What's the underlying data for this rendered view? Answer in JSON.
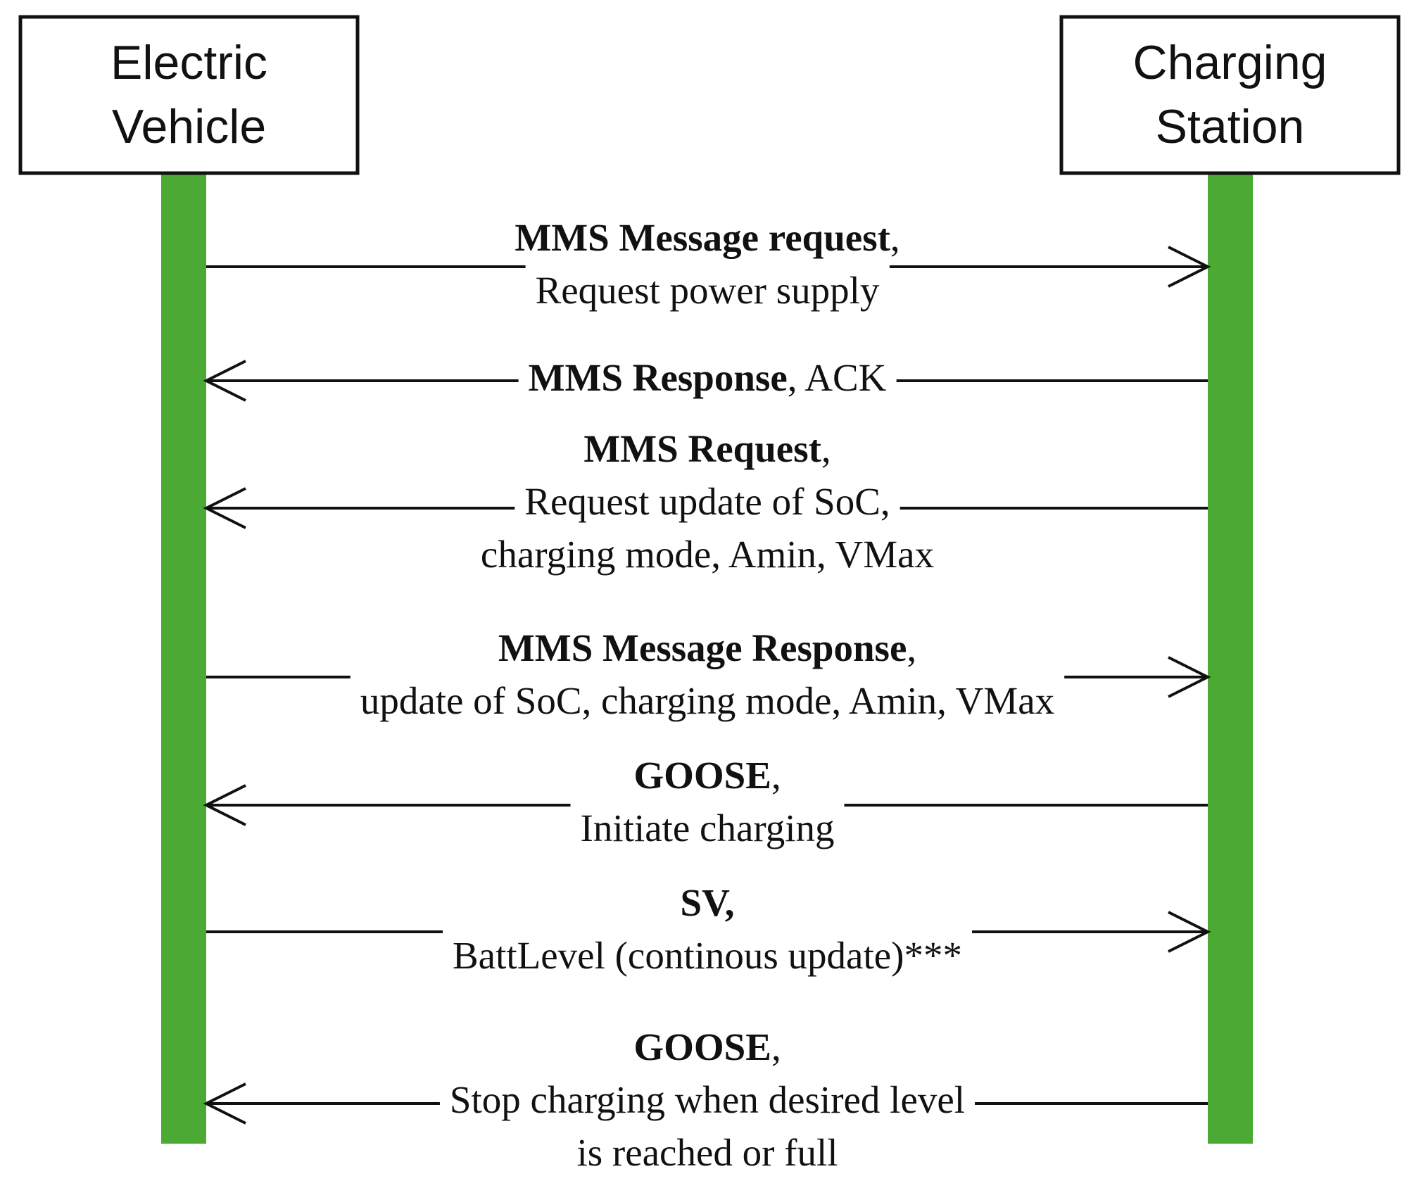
{
  "diagram": {
    "type": "sequence",
    "colors": {
      "lifeline": "#4aaa34",
      "line": "#111111",
      "background": "#ffffff"
    },
    "participants": [
      {
        "id": "ev",
        "lines": [
          "Electric",
          "Vehicle"
        ]
      },
      {
        "id": "cs",
        "lines": [
          "Charging",
          "Station"
        ]
      }
    ],
    "messages": [
      {
        "from": "ev",
        "to": "cs",
        "lines": [
          {
            "runs": [
              {
                "text": "MMS Message request",
                "bold": true
              },
              {
                "text": ",",
                "bold": false
              }
            ]
          },
          {
            "runs": [
              {
                "text": "Request power supply",
                "bold": false
              }
            ]
          }
        ]
      },
      {
        "from": "cs",
        "to": "ev",
        "lines": [
          {
            "runs": [
              {
                "text": "MMS Response",
                "bold": true
              },
              {
                "text": ", ACK",
                "bold": false
              }
            ]
          }
        ]
      },
      {
        "from": "cs",
        "to": "ev",
        "lines": [
          {
            "runs": [
              {
                "text": "MMS Request",
                "bold": true
              },
              {
                "text": ",",
                "bold": false
              }
            ]
          },
          {
            "runs": [
              {
                "text": "Request update of SoC,",
                "bold": false
              }
            ]
          },
          {
            "runs": [
              {
                "text": "charging mode, Amin, VMax",
                "bold": false
              }
            ]
          }
        ]
      },
      {
        "from": "ev",
        "to": "cs",
        "lines": [
          {
            "runs": [
              {
                "text": "MMS Message Response",
                "bold": true
              },
              {
                "text": ",",
                "bold": false
              }
            ]
          },
          {
            "runs": [
              {
                "text": "update of SoC, charging mode, Amin, VMax",
                "bold": false
              }
            ]
          }
        ]
      },
      {
        "from": "cs",
        "to": "ev",
        "lines": [
          {
            "runs": [
              {
                "text": "GOOSE",
                "bold": true
              },
              {
                "text": ",",
                "bold": false
              }
            ]
          },
          {
            "runs": [
              {
                "text": "Initiate charging",
                "bold": false
              }
            ]
          }
        ]
      },
      {
        "from": "ev",
        "to": "cs",
        "lines": [
          {
            "runs": [
              {
                "text": "SV,",
                "bold": true
              }
            ]
          },
          {
            "runs": [
              {
                "text": "BattLevel (continous update)***",
                "bold": false
              }
            ]
          }
        ]
      },
      {
        "from": "cs",
        "to": "ev",
        "lines": [
          {
            "runs": [
              {
                "text": "GOOSE",
                "bold": true
              },
              {
                "text": ",",
                "bold": false
              }
            ]
          },
          {
            "runs": [
              {
                "text": "Stop charging when desired level",
                "bold": false
              }
            ]
          },
          {
            "runs": [
              {
                "text": "is reached or full",
                "bold": false
              }
            ]
          }
        ]
      }
    ]
  }
}
